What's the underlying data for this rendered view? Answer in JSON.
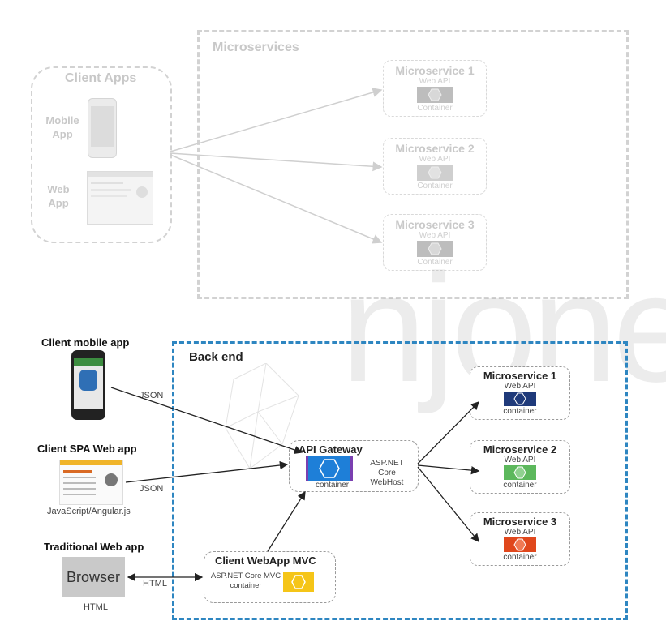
{
  "top": {
    "microservices_title": "Microservices",
    "client_apps_title": "Client Apps",
    "mobile_app_label": "Mobile\nApp",
    "web_app_label": "Web\nApp",
    "services": [
      {
        "name": "Microservice 1",
        "api": "Web API",
        "container": "Container"
      },
      {
        "name": "Microservice 2",
        "api": "Web API",
        "container": "Container"
      },
      {
        "name": "Microservice 3",
        "api": "Web API",
        "container": "Container"
      }
    ]
  },
  "bottom": {
    "backend_title": "Back end",
    "client_mobile_title": "Client mobile app",
    "client_spa_title": "Client SPA Web app",
    "spa_caption": "JavaScript/Angular.js",
    "traditional_title": "Traditional Web app",
    "browser_label": "Browser",
    "browser_caption": "HTML",
    "json_label_1": "JSON",
    "json_label_2": "JSON",
    "html_label": "HTML",
    "gateway": {
      "title": "API Gateway",
      "container": "container",
      "host": "ASP.NET Core\nWebHost"
    },
    "mvc": {
      "title": "Client WebApp MVC",
      "desc": "ASP.NET Core MVC\ncontainer"
    },
    "services": [
      {
        "name": "Microservice 1",
        "api": "Web API",
        "container": "container",
        "color": "#1f3a7a"
      },
      {
        "name": "Microservice 2",
        "api": "Web API",
        "container": "container",
        "color": "#5cb85c"
      },
      {
        "name": "Microservice 3",
        "api": "Web API",
        "container": "container",
        "color": "#e0471c"
      }
    ],
    "colors": {
      "backend_border": "#2e86c1",
      "gateway_hex": "#1e7fd8",
      "mvc_hex": "#f5c518"
    }
  },
  "watermark": "njone"
}
